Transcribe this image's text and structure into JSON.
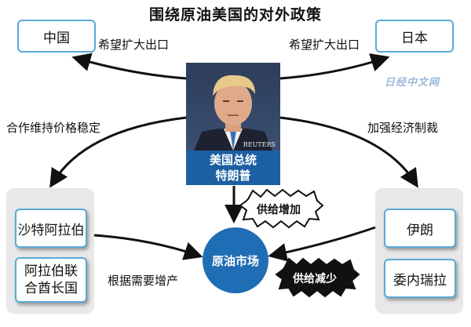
{
  "title": "围绕原油美国的对外政策",
  "nodes": {
    "china": "中国",
    "japan": "日本",
    "saudi": "沙特阿拉伯",
    "uae_line1": "阿拉伯联",
    "uae_line2": "合酋长国",
    "iran": "伊朗",
    "venezuela": "委内瑞拉",
    "center_line1": "美国总统",
    "center_line2": "特朗普",
    "market": "原油市场"
  },
  "labels": {
    "to_china": "希望扩大出口",
    "to_japan": "希望扩大出口",
    "to_saudi": "合作维持价格稳定",
    "to_iran": "加强经济制裁",
    "saudi_to_market": "根据需要增产",
    "supply_up": "供给增加",
    "supply_down": "供给减少"
  },
  "watermark": "日经中文网",
  "photo_credit": "REUTERS",
  "colors": {
    "box_border": "#5aa9d6",
    "center_blue": "#1d5fa3",
    "market_blue": "#1f6db4",
    "group_bg": "#e8e8e8"
  }
}
